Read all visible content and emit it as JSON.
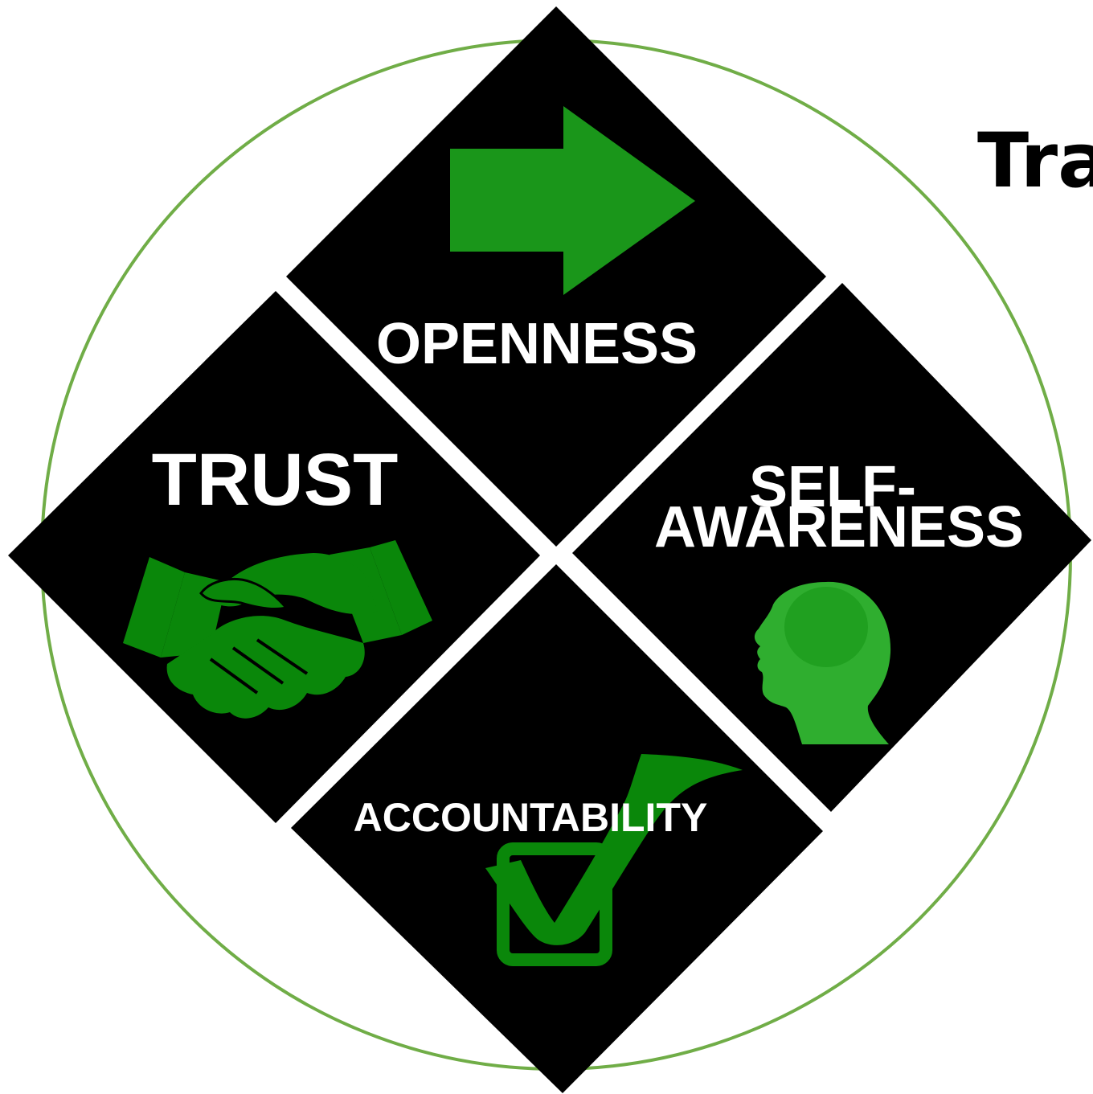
{
  "diagram": {
    "title_fragment": "Tra",
    "colors": {
      "background": "#ffffff",
      "ring": "#70AD47",
      "diamond": "#000000",
      "separator": "#ffffff",
      "label": "#ffffff",
      "icon_green": "#1A961A",
      "icon_dark_green": "#0A870A",
      "icon_light_green": "#2FAE2F"
    },
    "quadrants": {
      "openness": {
        "label": "OPENNESS",
        "icon": "arrow-right-icon"
      },
      "trust": {
        "label": "TRUST",
        "icon": "handshake-icon"
      },
      "self_awareness": {
        "label_line1": "SELF-",
        "label_line2": "AWARENESS",
        "icon": "head-profile-icon"
      },
      "accountability": {
        "label": "ACCOUNTABILITY",
        "icon": "checkbox-check-icon"
      }
    }
  }
}
